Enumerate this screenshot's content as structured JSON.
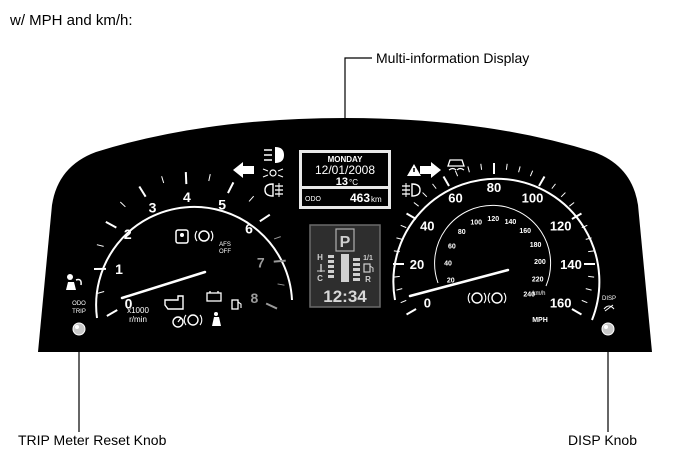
{
  "header": {
    "title": "w/ MPH and km/h:"
  },
  "callouts": {
    "multi_info_display": "Multi-information Display",
    "trip_knob": "TRIP Meter Reset Knob",
    "disp_knob": "DISP Knob"
  },
  "display": {
    "day": "MONDAY",
    "date": "12/01/2008",
    "temperature": "13",
    "temp_unit": "°C",
    "odo_label": "ODO",
    "odo_value": "463",
    "odo_unit": "km",
    "gear": "P",
    "hot_label": "H",
    "cold_label": "C",
    "fuel_full": "1/1",
    "fuel_empty": "R",
    "clock": "12:34"
  },
  "tachometer": {
    "ticks": [
      "0",
      "1",
      "2",
      "3",
      "4",
      "5",
      "6",
      "7",
      "8"
    ],
    "unit_line1": "x1000",
    "unit_line2": "r/min",
    "afs_line1": "AFS",
    "afs_line2": "OFF"
  },
  "speedometer": {
    "mph_ticks": [
      "0",
      "20",
      "40",
      "60",
      "80",
      "100",
      "120",
      "140",
      "160"
    ],
    "kmh_ticks": [
      "20",
      "40",
      "60",
      "80",
      "100",
      "120",
      "140",
      "160",
      "180",
      "200",
      "220",
      "240"
    ],
    "mph_unit": "MPH",
    "kmh_unit": "km/h"
  },
  "left_knob": {
    "line1": "ODO",
    "line2": "TRIP"
  },
  "right_knob": {
    "label": "DISP"
  },
  "colors": {
    "panel": "#000000",
    "white": "#ffffff",
    "grey": "#9a9a9a",
    "lcd": "#e8e8e8"
  }
}
